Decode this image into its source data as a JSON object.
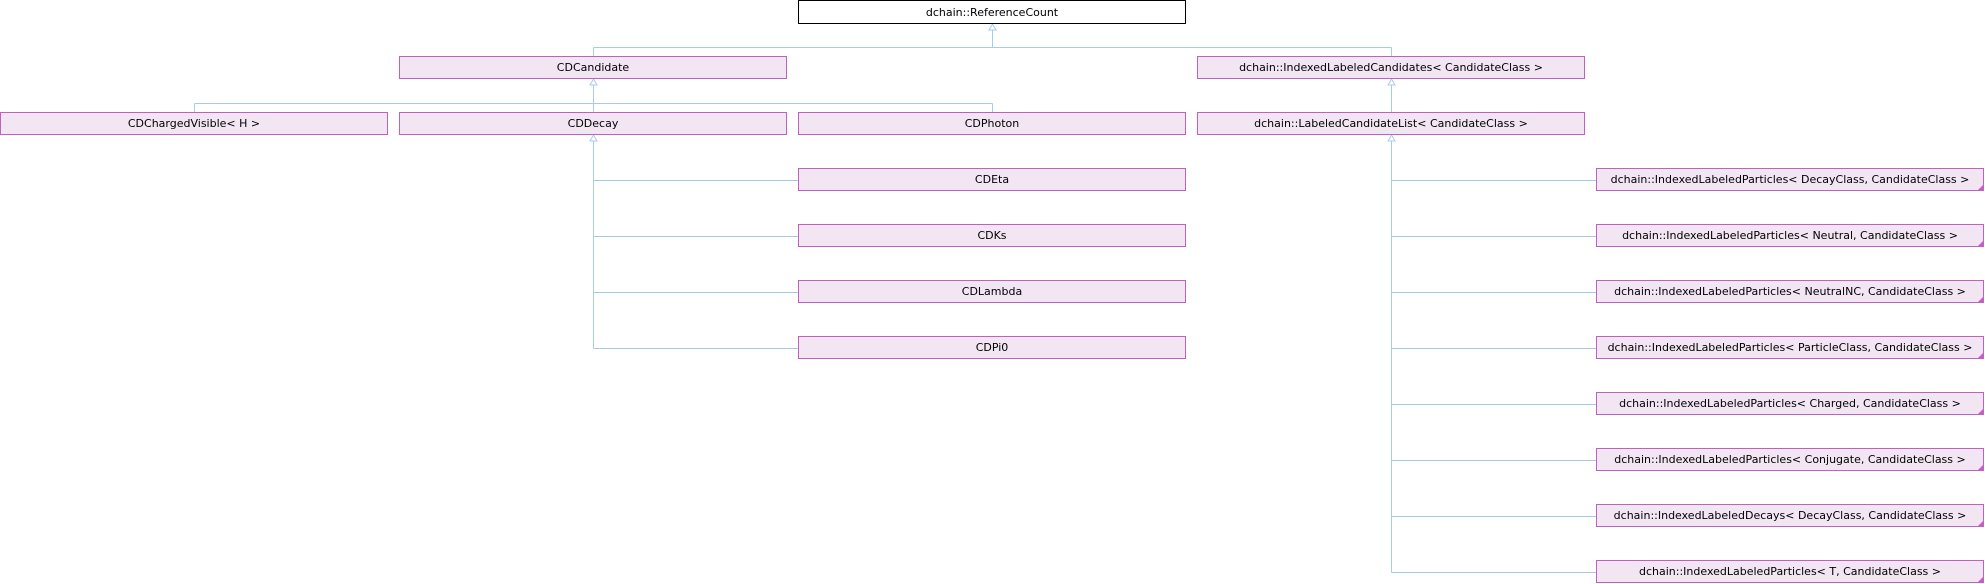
{
  "diagram": {
    "nodes": [
      {
        "id": "n0",
        "label": "dchain::ReferenceCount",
        "root": true
      },
      {
        "id": "n1",
        "label": "CDCandidate"
      },
      {
        "id": "n2",
        "label": "dchain::IndexedLabeledCandidates< CandidateClass >"
      },
      {
        "id": "n3",
        "label": "CDChargedVisible< H >"
      },
      {
        "id": "n4",
        "label": "CDDecay"
      },
      {
        "id": "n5",
        "label": "CDPhoton"
      },
      {
        "id": "n6",
        "label": "dchain::LabeledCandidateList< CandidateClass >"
      },
      {
        "id": "n7",
        "label": "CDEta"
      },
      {
        "id": "n8",
        "label": "CDKs"
      },
      {
        "id": "n9",
        "label": "CDLambda"
      },
      {
        "id": "n10",
        "label": "CDPi0"
      },
      {
        "id": "n11",
        "label": "dchain::IndexedLabeledParticles< DecayClass, CandidateClass >",
        "folded": true
      },
      {
        "id": "n12",
        "label": "dchain::IndexedLabeledParticles< Neutral, CandidateClass >",
        "folded": true
      },
      {
        "id": "n13",
        "label": "dchain::IndexedLabeledParticles< NeutralNC, CandidateClass >",
        "folded": true
      },
      {
        "id": "n14",
        "label": "dchain::IndexedLabeledParticles< ParticleClass, CandidateClass >",
        "folded": true
      },
      {
        "id": "n15",
        "label": "dchain::IndexedLabeledParticles< Charged, CandidateClass >",
        "folded": true
      },
      {
        "id": "n16",
        "label": "dchain::IndexedLabeledParticles< Conjugate, CandidateClass >",
        "folded": true
      },
      {
        "id": "n17",
        "label": "dchain::IndexedLabeledDecays< DecayClass, CandidateClass >",
        "folded": true
      },
      {
        "id": "n18",
        "label": "dchain::IndexedLabeledParticles< T, CandidateClass >",
        "folded": true
      }
    ],
    "edges": [
      {
        "from": "n1",
        "to": "n0"
      },
      {
        "from": "n2",
        "to": "n0"
      },
      {
        "from": "n3",
        "to": "n1"
      },
      {
        "from": "n4",
        "to": "n1"
      },
      {
        "from": "n5",
        "to": "n1"
      },
      {
        "from": "n6",
        "to": "n2"
      },
      {
        "from": "n7",
        "to": "n4"
      },
      {
        "from": "n8",
        "to": "n4"
      },
      {
        "from": "n9",
        "to": "n4"
      },
      {
        "from": "n10",
        "to": "n4"
      },
      {
        "from": "n11",
        "to": "n6"
      },
      {
        "from": "n12",
        "to": "n6"
      },
      {
        "from": "n13",
        "to": "n6"
      },
      {
        "from": "n14",
        "to": "n6"
      },
      {
        "from": "n15",
        "to": "n6"
      },
      {
        "from": "n16",
        "to": "n6"
      },
      {
        "from": "n17",
        "to": "n6"
      },
      {
        "from": "n18",
        "to": "n6"
      }
    ],
    "colors": {
      "node_fill": "#f3e6f3",
      "node_border": "#c060c0",
      "root_fill": "#ffffff",
      "root_border": "#000000",
      "edge": "#a8cce8"
    }
  }
}
